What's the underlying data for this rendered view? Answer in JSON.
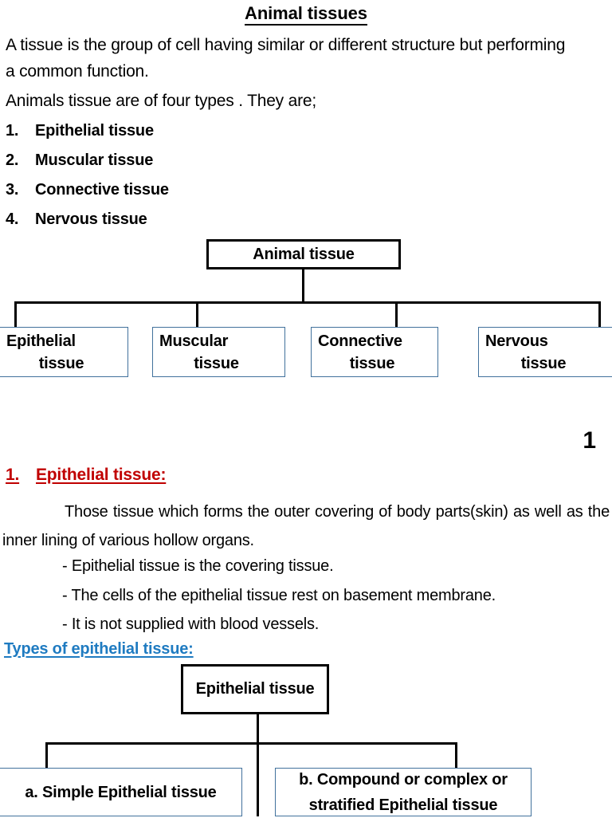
{
  "document": {
    "title": "Animal tissues",
    "page_number": "1"
  },
  "intro": {
    "definition": "A tissue is the group of cell having similar or different structure but performing a common function.",
    "types_lead": "Animals tissue are of four types . They are;",
    "types": [
      {
        "num": "1.",
        "label": "Epithelial tissue"
      },
      {
        "num": "2.",
        "label": "Muscular tissue"
      },
      {
        "num": "3.",
        "label": "Connective tissue"
      },
      {
        "num": "4.",
        "label": "Nervous tissue"
      }
    ]
  },
  "chart_animal_tissue": {
    "type": "diagram",
    "root": "Animal tissue",
    "children": [
      {
        "line1": "Epithelial",
        "line2": "tissue"
      },
      {
        "line1": "Muscular",
        "line2": "tissue"
      },
      {
        "line1": "Connective",
        "line2": "tissue"
      },
      {
        "line1": "Nervous",
        "line2": "tissue"
      }
    ]
  },
  "section_epithelial": {
    "heading_num": "1.",
    "heading_text": "Epithelial tissue:",
    "heading_color": "#C00000",
    "definition": "Those tissue which forms the outer covering of body parts(skin) as well as the inner lining of various hollow organs.",
    "bullets": [
      "-  Epithelial tissue is the covering tissue.",
      "- The cells of the epithelial tissue rest on basement membrane.",
      "- It is not supplied with blood vessels."
    ],
    "subheading": "Types of epithelial tissue:",
    "subheading_color": "#1F7BC1"
  },
  "chart_epithelial_tissue": {
    "type": "diagram",
    "root": "Epithelial tissue",
    "children": [
      {
        "line1": "a. Simple Epithelial tissue",
        "line2": ""
      },
      {
        "line1": "b. Compound or complex or",
        "line2": "stratified Epithelial tissue"
      }
    ]
  },
  "colors": {
    "box_border_blue": "#41719C",
    "box_border_black": "#000000",
    "heading_red": "#C00000",
    "heading_blue": "#1F7BC1"
  }
}
